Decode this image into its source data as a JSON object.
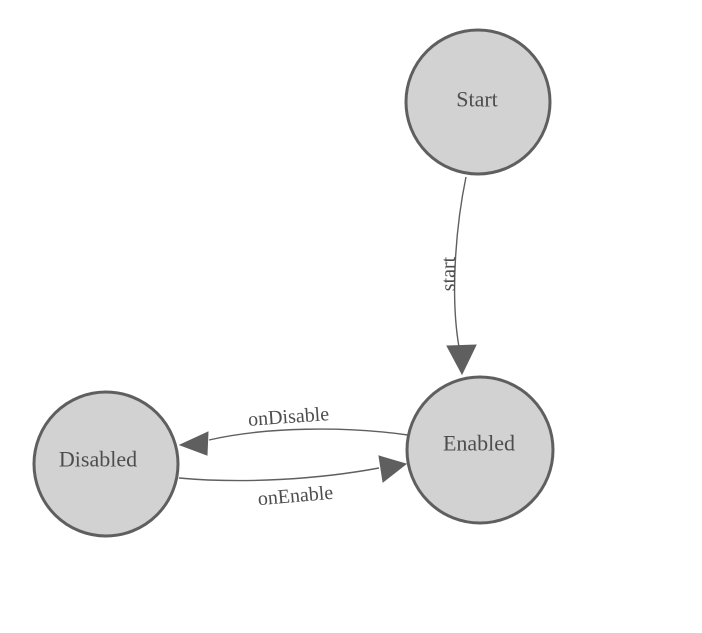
{
  "diagram": {
    "type": "state-machine",
    "background_color": "#ffffff",
    "colors": {
      "node_fill": "#d2d2d2",
      "node_stroke": "#5f5f5f",
      "edge_stroke": "#5f5f5f",
      "arrow_fill": "#5f5f5f",
      "label_text": "#4d4d4d"
    },
    "nodes": [
      {
        "id": "start",
        "label": "Start"
      },
      {
        "id": "enabled",
        "label": "Enabled"
      },
      {
        "id": "disabled",
        "label": "Disabled"
      }
    ],
    "edges": [
      {
        "id": "start-transition",
        "label": "start",
        "from": "Start",
        "to": "Enabled"
      },
      {
        "id": "ondisable-transition",
        "label": "onDisable",
        "from": "Enabled",
        "to": "Disabled"
      },
      {
        "id": "onenable-transition",
        "label": "onEnable",
        "from": "Disabled",
        "to": "Enabled"
      }
    ]
  }
}
